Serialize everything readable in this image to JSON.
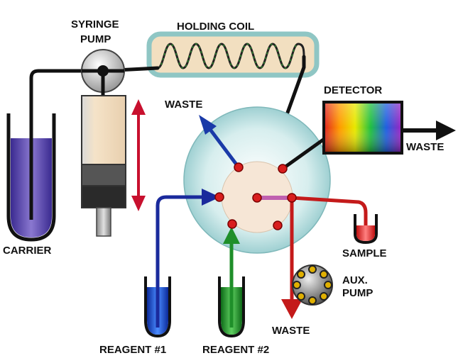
{
  "labels": {
    "syringe_pump_line1": "SYRINGE",
    "syringe_pump_line2": "PUMP",
    "holding_coil": "HOLDING COIL",
    "detector": "DETECTOR",
    "waste_top": "WASTE",
    "waste_detector": "WASTE",
    "waste_bottom": "WASTE",
    "carrier": "CARRIER",
    "sample": "SAMPLE",
    "aux_pump_line1": "AUX.",
    "aux_pump_line2": "PUMP",
    "reagent1": "REAGENT #1",
    "reagent2": "REAGENT #2"
  },
  "colors": {
    "carrier_liquid": "#5b3fa8",
    "reagent1_liquid": "#1b4fd6",
    "reagent2_liquid": "#1f9e2a",
    "sample_liquid": "#e02020",
    "tube_blue": "#1a2a9c",
    "tube_green": "#1f8f2a",
    "tube_red": "#c41a1a",
    "tube_black": "#111111",
    "stroke_arrow": "#c8102e",
    "waste_arrow_blue": "#1a3aa8",
    "coil_fill": "#f2dfc0",
    "coil_border": "#8fc6c4",
    "valve_fill": "#cfe9ea",
    "valve_center": "#f6e6d6",
    "port_red": "#d81e1e",
    "center_link": "#c060b0"
  }
}
